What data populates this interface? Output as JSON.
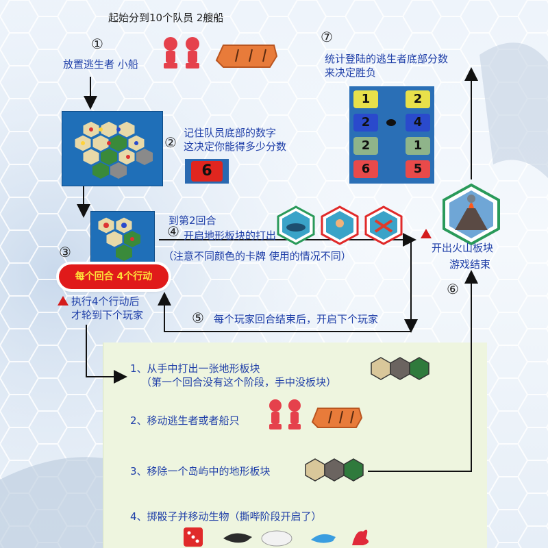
{
  "header": {
    "title": "起始分到10个队员  2艘船"
  },
  "steps": {
    "s1": {
      "num": "①",
      "label": "放置逃生者 小船"
    },
    "s2": {
      "num": "②",
      "line1": "记住队员底部的数字",
      "line2": "这决定你能得多少分数",
      "tile_value": "6"
    },
    "s3": {
      "num": "③",
      "badge": "每个回合 4个行动",
      "note_line1": "执行4个行动后",
      "note_line2": "才轮到下个玩家"
    },
    "s4": {
      "num": "④",
      "line1": "到第2回合",
      "line2": "开启地形板块的打出",
      "note": "（注意不同颜色的卡牌    使用的情况不同）"
    },
    "s5": {
      "num": "⑤",
      "label": "每个玩家回合结束后，开启下个玩家"
    },
    "s6": {
      "num": "⑥",
      "line1": "开出火山板块",
      "line2": "游戏结束"
    },
    "s7": {
      "num": "⑦",
      "line1": "统计登陆的逃生者底部分数",
      "line2": "来决定胜负"
    }
  },
  "score_tiles": {
    "left": [
      "1",
      "2",
      "2",
      "6"
    ],
    "right": [
      "2",
      "4",
      "1",
      "5"
    ]
  },
  "actions": [
    {
      "label": "1、从手中打出一张地形板块",
      "sub": "（第一个回合没有这个阶段，手中没板块）"
    },
    {
      "label": "2、移动逃生者或者船只"
    },
    {
      "label": "3、移除一个岛屿中的地形板块"
    },
    {
      "label": "4、掷骰子并移动生物（撕哔阶段开启了）"
    }
  ],
  "colors": {
    "text_blue": "#1f3fa8",
    "badge_red": "#e01a1a",
    "badge_text": "#ffe33a",
    "panel_green": "#eef5df"
  }
}
